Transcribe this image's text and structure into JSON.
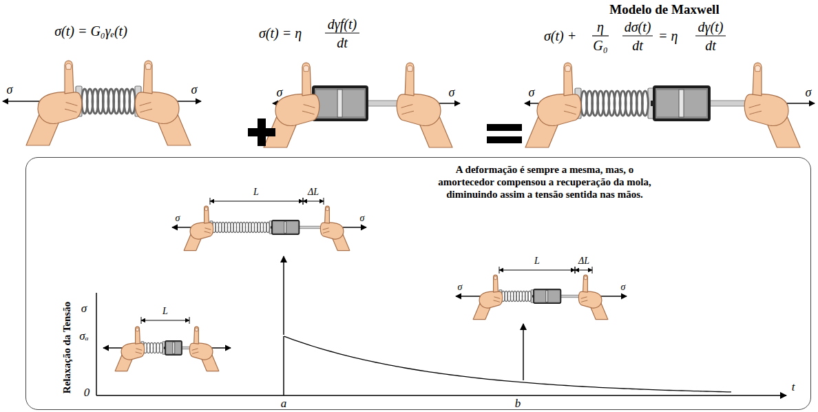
{
  "diagram": {
    "title": "Modelo de Maxwell",
    "nodes": [
      {
        "text": [
          "A deformação é sempre a mesma, mas, o amortecedor compensou a recuperação da mola, diminuindo assim a tensão sentida nas mãos.",
          "Relaxação da Tensão"
        ]
      }
    ],
    "labels": [
      "σ(t) = G₀γₑ(t)",
      "σ(t) = η",
      "dγf(t)",
      "dt",
      "σ(t) +",
      "η",
      "G₀",
      "dσ(t)",
      "dt",
      "= η",
      "dγ(t)",
      "dt",
      "σ",
      "σ",
      "σ",
      "σ",
      "σ",
      "σ",
      "L",
      "σ",
      "L",
      "ΔL",
      "σ",
      "σ",
      "L",
      "ΔL",
      "σ",
      "σ",
      "σₐ",
      "0",
      "a",
      "b",
      "t"
    ]
  }
}
